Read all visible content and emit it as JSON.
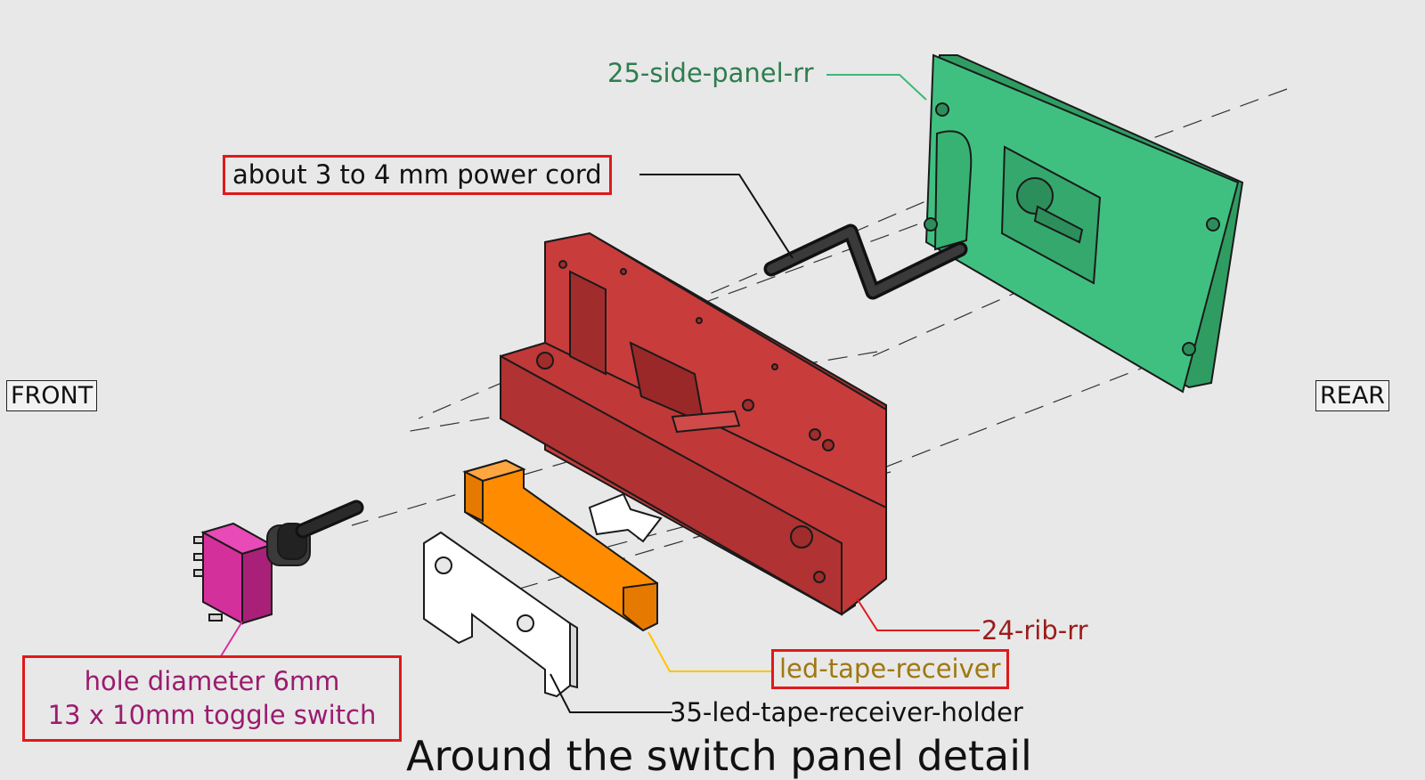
{
  "labels": {
    "side_panel": "25-side-panel-rr",
    "power_cord": "about 3 to 4 mm power cord",
    "front": "FRONT",
    "rear": "REAR",
    "rib": "24-rib-rr",
    "led_receiver": "led-tape-receiver",
    "holder": "35-led-tape-receiver-holder",
    "switch_line1": "hole diameter 6mm",
    "switch_line2": "13 x 10mm toggle switch"
  },
  "title": "Around the switch panel detail",
  "colors": {
    "side_panel": "#40c080",
    "rib": "#c83c3c",
    "led_receiver": "#ff8c00",
    "switch": "#d4309c",
    "holder": "#ffffff",
    "highlight_box": "#e0191b",
    "side_panel_text": "#2e7d4f",
    "rib_text": "#9b1b1b",
    "led_text": "#a07810",
    "switch_text": "#9b1b6e"
  }
}
